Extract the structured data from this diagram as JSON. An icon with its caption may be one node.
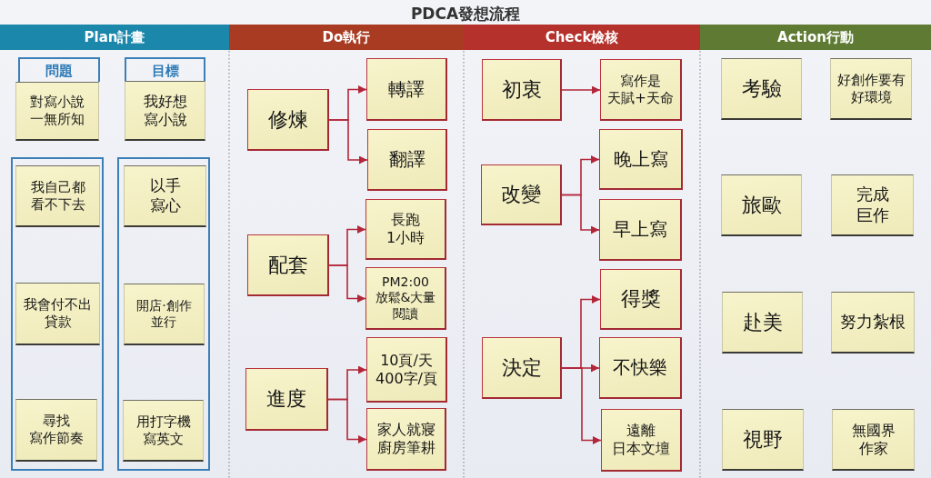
{
  "diagram": {
    "title": "PDCA發想流程",
    "nodes": [
      {
        "text": [
          "Plan計畫"
        ]
      },
      {
        "text": [
          "Do執行"
        ]
      },
      {
        "text": [
          "Check檢核"
        ]
      },
      {
        "text": [
          "Action行動"
        ]
      },
      {
        "text": [
          "問題"
        ]
      },
      {
        "text": [
          "對寫小說一無所知"
        ]
      },
      {
        "text": [
          "目標"
        ]
      },
      {
        "text": [
          "我好想寫小說"
        ]
      },
      {
        "text": [],
        "shape": "box"
      },
      {
        "text": [
          "我自己都看不下去"
        ],
        "in": 8
      },
      {
        "text": [
          "我會付不出貸款"
        ],
        "in": 8
      },
      {
        "text": [
          "尋找寫作節奏"
        ],
        "in": 8
      },
      {
        "text": [],
        "shape": "box"
      },
      {
        "text": [
          "以手寫心"
        ],
        "in": 12
      },
      {
        "text": [
          "開店·創作並行"
        ],
        "in": 12
      },
      {
        "text": [
          "用打字機寫英文"
        ],
        "in": 12
      },
      {
        "text": [
          "修煉"
        ]
      },
      {
        "text": [
          "轉譯"
        ]
      },
      {
        "text": [
          "翻譯"
        ]
      },
      {
        "text": [
          "配套"
        ]
      },
      {
        "text": [
          "長跑1小時"
        ]
      },
      {
        "text": [
          "PM2:00 放鬆&大量閱讀"
        ]
      },
      {
        "text": [
          "進度"
        ]
      },
      {
        "text": [
          "10頁/天 400字/頁"
        ]
      },
      {
        "text": [
          "家人就寢廚房筆耕"
        ]
      },
      {
        "text": [
          "初衷"
        ]
      },
      {
        "text": [
          "寫作是天賦+天命"
        ]
      },
      {
        "text": [
          "改變"
        ]
      },
      {
        "text": [
          "晚上寫"
        ]
      },
      {
        "text": [
          "早上寫"
        ]
      },
      {
        "text": [
          "決定"
        ]
      },
      {
        "text": [
          "得獎"
        ]
      },
      {
        "text": [
          "不快樂"
        ]
      },
      {
        "text": [
          "遠離日本文壇"
        ]
      },
      {
        "text": [
          "考驗"
        ]
      },
      {
        "text": [
          "好創作要有好環境"
        ]
      },
      {
        "text": [
          "旅歐"
        ]
      },
      {
        "text": [
          "完成巨作"
        ]
      },
      {
        "text": [
          "赴美"
        ]
      },
      {
        "text": [
          "努力紮根"
        ]
      },
      {
        "text": [
          "視野"
        ]
      },
      {
        "text": [
          "無國界作家"
        ]
      }
    ],
    "edges": [
      {
        "from": 16,
        "to": 17,
        "arrow": "to"
      },
      {
        "from": 16,
        "to": 18,
        "arrow": "to"
      },
      {
        "from": 19,
        "to": 20,
        "arrow": "to"
      },
      {
        "from": 19,
        "to": 21,
        "arrow": "to"
      },
      {
        "from": 22,
        "to": 23,
        "arrow": "to"
      },
      {
        "from": 22,
        "to": 24,
        "arrow": "to"
      },
      {
        "from": 25,
        "to": 26,
        "arrow": "to"
      },
      {
        "from": 27,
        "to": 28,
        "arrow": "to"
      },
      {
        "from": 27,
        "to": 29,
        "arrow": "to"
      },
      {
        "from": 30,
        "to": 31,
        "arrow": "to"
      },
      {
        "from": 30,
        "to": 32,
        "arrow": "to"
      },
      {
        "from": 30,
        "to": 33,
        "arrow": "to"
      }
    ]
  }
}
